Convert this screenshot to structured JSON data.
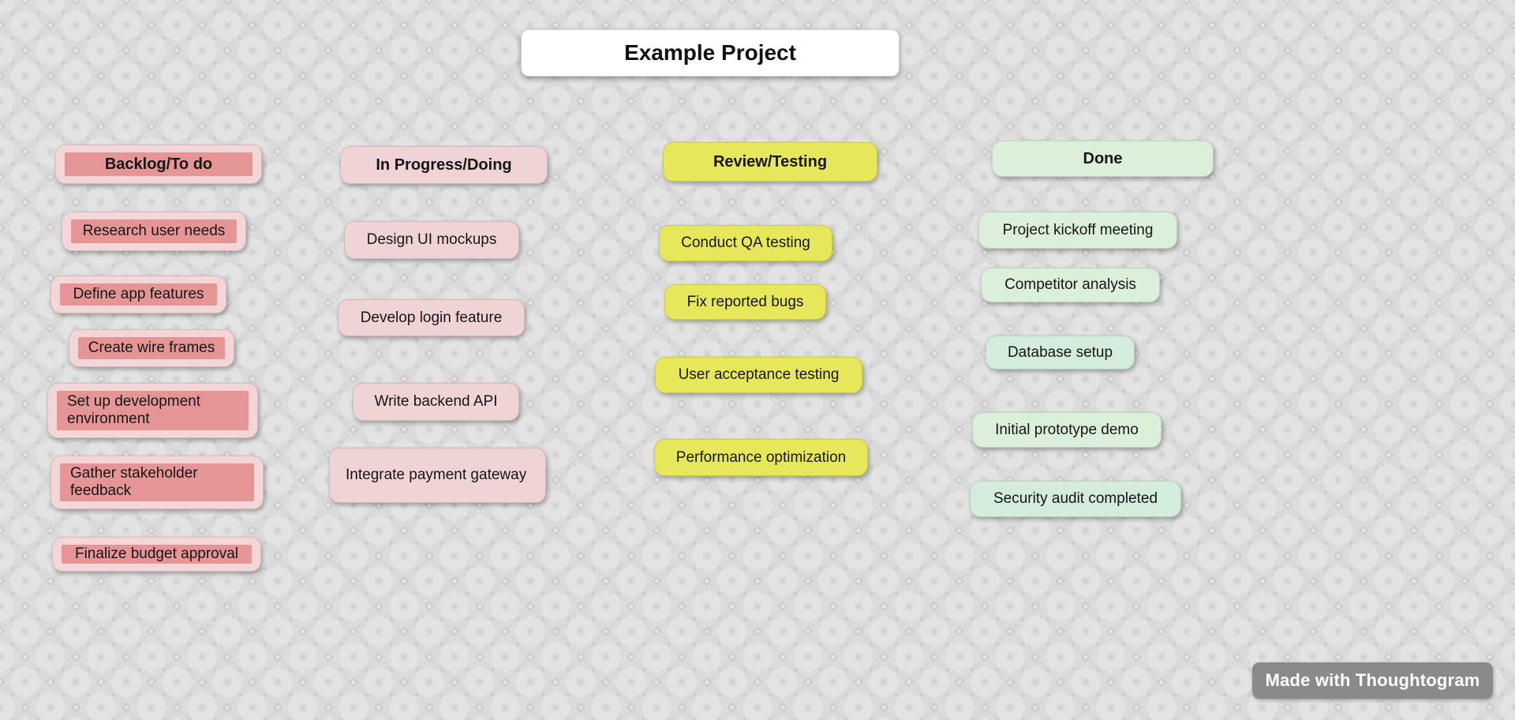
{
  "app": {
    "title": "Example Project",
    "badge": "Made with Thoughtogram"
  },
  "colors": {
    "background": "#dbdbdb",
    "title_bg": "#ffffff",
    "card_text": "#161616",
    "red_outer": "#f3d7d8",
    "red_inner": "#e59595",
    "pink": "#f0d3d5",
    "yellow": "#e6e75b",
    "green": "#dcefdb",
    "green_mint": "#d4ecdc",
    "badge_bg": "#8a8a8a",
    "badge_text": "#ffffff"
  },
  "columns": [
    {
      "name": "Backlog/To do",
      "theme": "red",
      "cards": [
        {
          "text": "Research user needs"
        },
        {
          "text": "Define app features"
        },
        {
          "text": "Create wire frames"
        },
        {
          "text": "Set up development environment"
        },
        {
          "text": "Gather stakeholder feedback"
        },
        {
          "text": "Finalize budget approval"
        }
      ]
    },
    {
      "name": "In Progress/Doing",
      "theme": "pink",
      "cards": [
        {
          "text": "Design UI mockups"
        },
        {
          "text": "Develop login feature"
        },
        {
          "text": "Write backend API"
        },
        {
          "text": "Integrate payment gateway"
        }
      ]
    },
    {
      "name": "Review/Testing",
      "theme": "yellow",
      "cards": [
        {
          "text": "Conduct QA testing"
        },
        {
          "text": "Fix reported bugs"
        },
        {
          "text": "User acceptance testing"
        },
        {
          "text": "Performance optimization"
        }
      ]
    },
    {
      "name": "Done",
      "theme": "green",
      "cards": [
        {
          "text": "Project kickoff meeting"
        },
        {
          "text": "Competitor analysis"
        },
        {
          "text": "Database setup"
        },
        {
          "text": "Initial prototype demo"
        },
        {
          "text": "Security audit completed"
        }
      ]
    }
  ]
}
